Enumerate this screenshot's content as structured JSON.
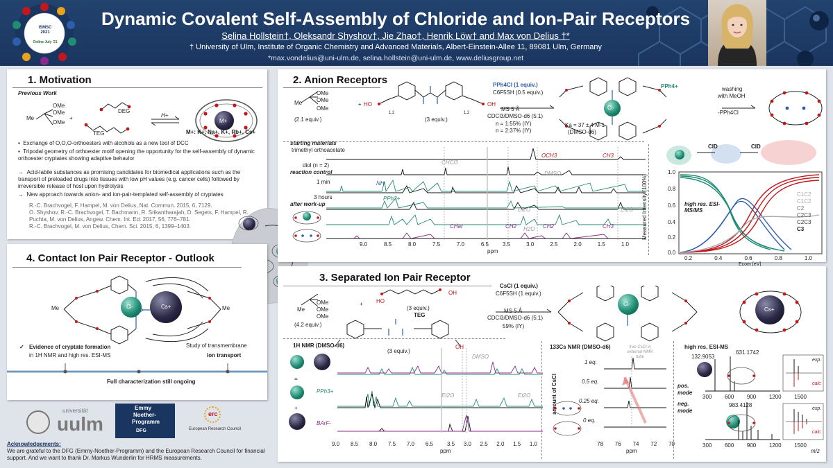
{
  "header": {
    "logo_text": "ISMSC 2021",
    "logo_sub": "Online July '21",
    "title": "Dynamic Covalent Self-Assembly of Chloride and Ion-Pair Receptors",
    "authors": "Selina Hollstein†, Oleksandr Shyshov†, Jie Zhao†, Henrik Löw† and Max von Delius †*",
    "affiliation": "† University of Ulm, Institute of Organic Chemistry and Advanced Materials, Albert-Einstein-Allee 11, 89081 Ulm, Germany",
    "emails": "*max.vondelius@uni-ulm.de,  selina.hollstein@uni-ulm.de, www.deliusgroup.net"
  },
  "motivation": {
    "title": "1. Motivation",
    "previous_work": "Previous Work",
    "ome": "OMe",
    "me": "Me",
    "deg": "DEG",
    "teg": "TEG",
    "h_plus": "H+",
    "m_plus": "M+",
    "cations": "M+: K+, Na+, K+, Rb+, Cs+",
    "bullets": [
      "Exchange of O,O,O-orthoesters with alcohols as a new tool of DCC",
      "Tripodal geometry of orthoester motif opening the opportunity for the self-assembly of dynamic orthoester cryptates showing adaptive behavior"
    ],
    "arrows": [
      "Acid-labile substances as promising candidates for biomedical applications such as the transport of preloaded drugs into tissues with low pH values (e.g. cancer cells) followed by irreversible release of host upon hydrolysis",
      "New approach towards anion- and ion-pair-templated self-assembly of cryptates"
    ],
    "refs": [
      "R.-C. Brachvogel, F. Hampel, M. von Delius, Nat. Commun. 2015, 6, 7129.",
      "O. Shyshov, R.-C. Brachvogel, T. Bachmann, R. Srikantharajah, D. Segets, F. Hampel, R. Puchta, M. von Delius, Angew. Chem. Int. Ed. 2017, 56, 776–781.",
      "R.-C. Brachvogel, M. von Delius, Chem. Sci. 2015, 6, 1399–1403."
    ]
  },
  "anion": {
    "title": "2. Anion Receptors",
    "ortho_equiv": "(2.1 equiv.)",
    "diol_equiv": "(3 equiv.)",
    "ho": "HO",
    "oh": "OH",
    "n_index": "1,2",
    "cond1": "PPh4Cl (1 equiv.)",
    "cond2": "C6F5SH (0.5 equiv.)",
    "cond3": "MS 5 Å",
    "cond4": "CDCl3/DMSO-d6 (5:1)",
    "yield1": "n = 1:55% (IY)",
    "yield2": "n = 2:37% (IY)",
    "ka": "Ka = 37 ± 4 M-1",
    "ka_solvent": "(DMSO-d6)",
    "cl": "Cl-",
    "pph4": "PPh4+",
    "wash1": "washing",
    "wash2": "with MeOH",
    "wash3": "-PPh4Cl",
    "nmr_labels": {
      "starting": "starting materials",
      "trimethyl": "trimethyl orthoacetate",
      "diol": "diol (n = 2)",
      "reaction": "reaction control",
      "one_min": "1 min",
      "three_h": "3 hours",
      "after": "after work-up",
      "och3": "OCH3",
      "ch3": "CH3",
      "chcl3": "CHCl3",
      "dmso": "DMSO",
      "nh": "NH",
      "pph3": "PPh3+",
      "et2o": "Et2O",
      "h2o": "H2O",
      "char": "CHar",
      "ch2": "CH2",
      "ppm": "ppm"
    },
    "nmr_ticks": [
      "9.0",
      "8.5",
      "8.0",
      "7.5",
      "7.0",
      "6.5",
      "3.5",
      "3.0",
      "2.5",
      "2.0",
      "1.5",
      "1.0"
    ],
    "ms": {
      "cid": "CID",
      "ylabel": "Measured Intensity [100%]",
      "xlabel": "Ecom [eV]",
      "yticks": [
        "1.0",
        "0.8",
        "0.6",
        "0.4",
        "0.2",
        "0.0"
      ],
      "xticks": [
        "0.2",
        "0.4",
        "0.6",
        "0.8",
        "1.0"
      ],
      "method": "high res. ESI-MS/MS",
      "legend": [
        "C1C2",
        "C1C2",
        "C2",
        "C2C3",
        "C2C3",
        "C3"
      ]
    }
  },
  "separated": {
    "title": "3. Separated Ion Pair Receptor",
    "ortho_equiv": "(4.2 equiv.)",
    "teg_equiv": "(3 equiv.)",
    "teg": "TEG",
    "urea_equiv": "(3 equiv.)",
    "ho": "HO",
    "oh": "OH",
    "cond1": "CsCl (1 equiv.)",
    "cond2": "C6F5SH (1 equiv.)",
    "cond3": "MS 5 Å",
    "cond4": "CDCl3/DMSO-d6 (5:1)",
    "yield": "59% (IY)",
    "cl": "Cl-",
    "cs": "Cs+",
    "h_nmr": "1H NMR (DMSO-d6)",
    "pph3": "PPh3+",
    "barf": "BArF-",
    "dmso": "DMSO",
    "et2o": "Et2O",
    "ppm": "ppm",
    "h_ticks": [
      "9.0",
      "8.5",
      "8.0",
      "7.5",
      "7.0",
      "6.5",
      "3.5",
      "3.0",
      "2.5",
      "2.0",
      "1.5",
      "1.0"
    ],
    "cs_nmr": "133Cs NMR (DMSO-d6)",
    "free_cscl": "free CsCl in external NMR tube",
    "eqs": [
      "1 eq.",
      "0.5 eq.",
      "0.25 eq.",
      "0 eq."
    ],
    "amount": "amount of CsCl",
    "cs_ticks": [
      "78",
      "76",
      "74",
      "72",
      "70"
    ],
    "esi": "high res. ESI-MS",
    "pos_mode": "pos. mode",
    "neg_mode": "neg. mode",
    "peak1": "132.9053",
    "peak2": "631.1742",
    "peak3": "983.4128",
    "exp": "exp.",
    "calc": "calc",
    "ms_ticks": [
      "300",
      "600",
      "900",
      "1200",
      "1500"
    ],
    "mz": "m/z"
  },
  "outlook": {
    "title": "4. Contact Ion Pair Receptor - Outlook",
    "me": "Me",
    "cl": "Cl-",
    "cs": "Cs+",
    "check": "✓",
    "evidence1": "Evidence of cryptate formation",
    "evidence2": "in 1H NMR and high res. ESI-MS",
    "study1": "Study of transmembrane",
    "study2": "ion transport",
    "full_char": "Full characterization still ongoing"
  },
  "footer": {
    "uni_small": "universität",
    "uni": "uulm",
    "emmy1": "Emmy",
    "emmy2": "Noether-",
    "emmy3": "Programm",
    "dfg": "DFG",
    "erc": "erc",
    "erc_full": "European Research Council",
    "ack_title": "Acknowledgements:",
    "ack_text": "We are grateful to the DFG (Emmy-Noether-Programm) and the European Research Council for financial support. And we want to thank Dr. Markus Wunderlin for HRMS measurements."
  },
  "colors": {
    "header": "#1a3560",
    "teal": "#1f8c73",
    "red": "#c0181d",
    "blue": "#2c5eab",
    "purple": "#8c2a8c"
  }
}
